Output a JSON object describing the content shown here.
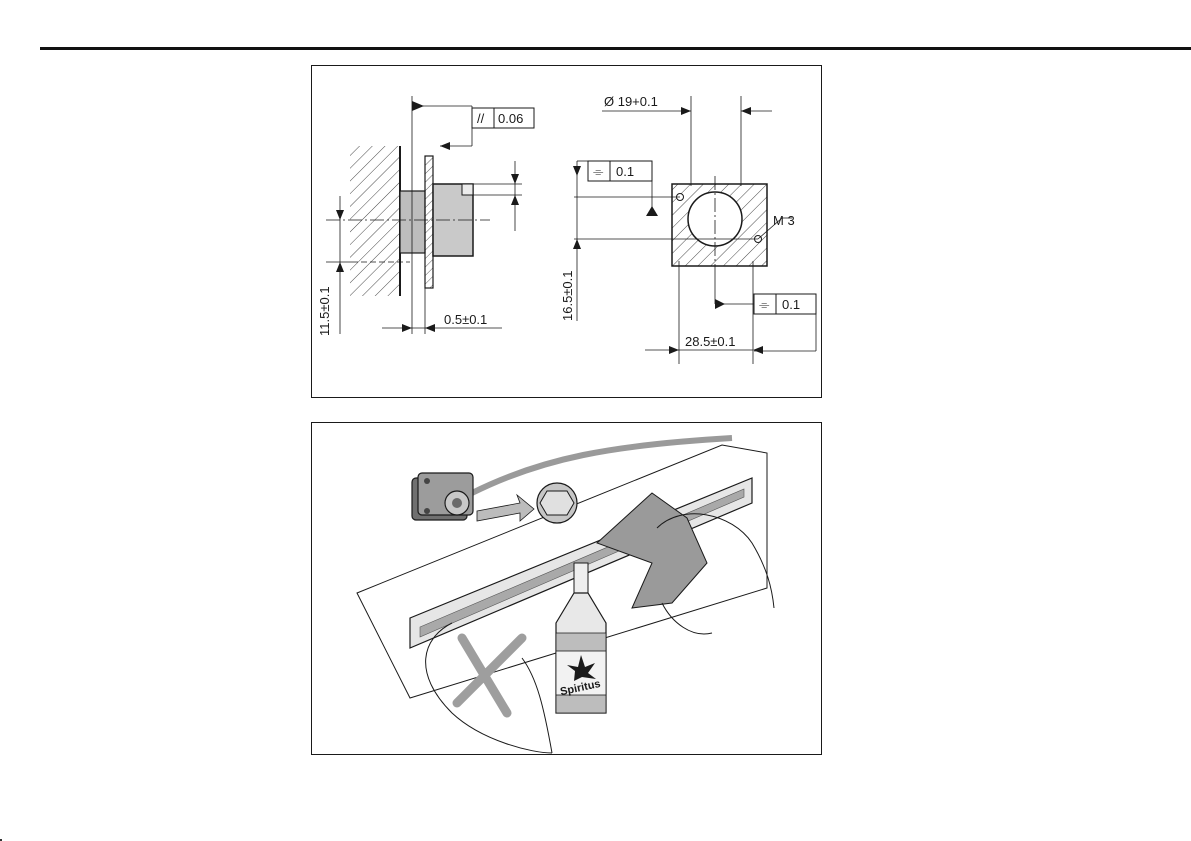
{
  "drawing": {
    "parallelism_symbol": "//",
    "parallelism_tolerance": "0.06",
    "diameter_label": "Ø 19+0.1",
    "symmetry_symbol": "⌯",
    "symmetry_tolerance_top": "0.1",
    "symmetry_tolerance_bottom": "0.1",
    "thread_label": "M 3",
    "dim_vertical_left": "11.5±0.1",
    "dim_gap": "0.5±0.1",
    "dim_vertical_right": "16.5±0.1",
    "dim_width": "28.5±0.1"
  },
  "cleaning": {
    "bottle_label": "Spiritus"
  }
}
